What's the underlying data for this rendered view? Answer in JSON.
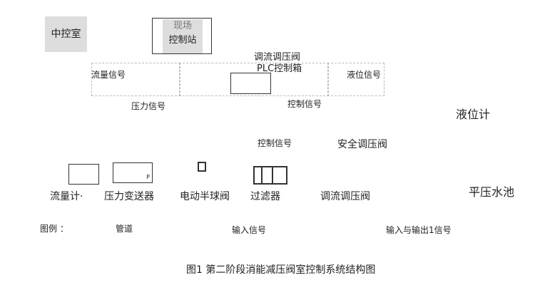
{
  "title": "图1  第二阶段消能减压阀室控制系统结构图",
  "nodes": {
    "control_room": "中控室",
    "field_station_1": "现场",
    "field_station_2": "控制站",
    "plc_1": "调流调压阀",
    "plc_2": "PLC控制箱",
    "flow_signal": "流量信号",
    "level_signal": "液位信号",
    "pressure_signal": "压力信号",
    "control_signal_1": "控制信号",
    "level_meter": "液位计",
    "control_signal_2": "控制信号",
    "safety_valve": "安全调压阀",
    "tank": "平压水池"
  },
  "legend": {
    "label": "图例 ：",
    "items": [
      "流量计·",
      "压力变送器",
      "电动半球阀",
      "过滤器",
      "调流调压阀"
    ],
    "p_mark": "P",
    "lines": [
      "管道",
      "输入信号",
      "输入与输出1信号"
    ]
  }
}
